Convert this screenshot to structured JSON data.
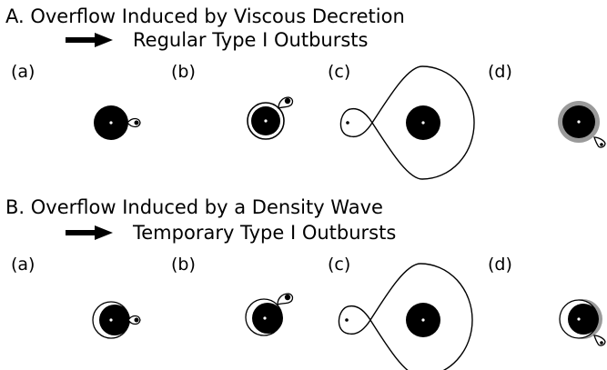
{
  "colors": {
    "ink": "#000000",
    "paper": "#ffffff",
    "shade": "#9a9a9a"
  },
  "sections": [
    {
      "title": "A. Overflow Induced by Viscous Decretion",
      "arrow_icon": "right-arrow-icon",
      "result": "Regular Type I Outbursts",
      "panels": [
        {
          "label": "(a)"
        },
        {
          "label": "(b)"
        },
        {
          "label": "(c)"
        },
        {
          "label": "(d)"
        }
      ]
    },
    {
      "title": "B. Overflow Induced by a Density Wave",
      "arrow_icon": "right-arrow-icon",
      "result": "Temporary Type I Outbursts",
      "panels": [
        {
          "label": "(a)"
        },
        {
          "label": "(b)"
        },
        {
          "label": "(c)"
        },
        {
          "label": "(d)"
        }
      ]
    }
  ]
}
